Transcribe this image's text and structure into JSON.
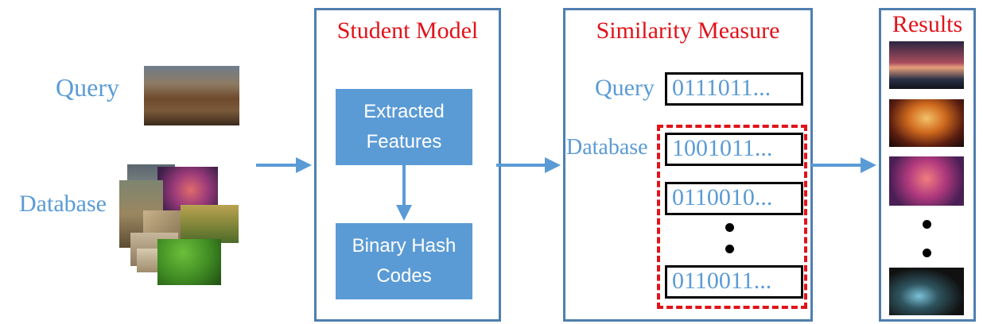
{
  "input": {
    "query_label": "Query",
    "database_label": "Database"
  },
  "student_model": {
    "title": "Student Model",
    "extracted_features": "Extracted Features",
    "binary_hash_codes": "Binary Hash Codes"
  },
  "similarity": {
    "title": "Similarity Measure",
    "query_label": "Query",
    "database_label": "Database",
    "query_code": "0111011...",
    "database_codes": [
      "1001011...",
      "0110010...",
      "0110011..."
    ]
  },
  "results": {
    "title": "Results"
  },
  "colors": {
    "panel_border": "#4f7fae",
    "accent_blue": "#5b9bd5",
    "title_red": "#e0131a",
    "dashed_red": "#e0131a"
  }
}
